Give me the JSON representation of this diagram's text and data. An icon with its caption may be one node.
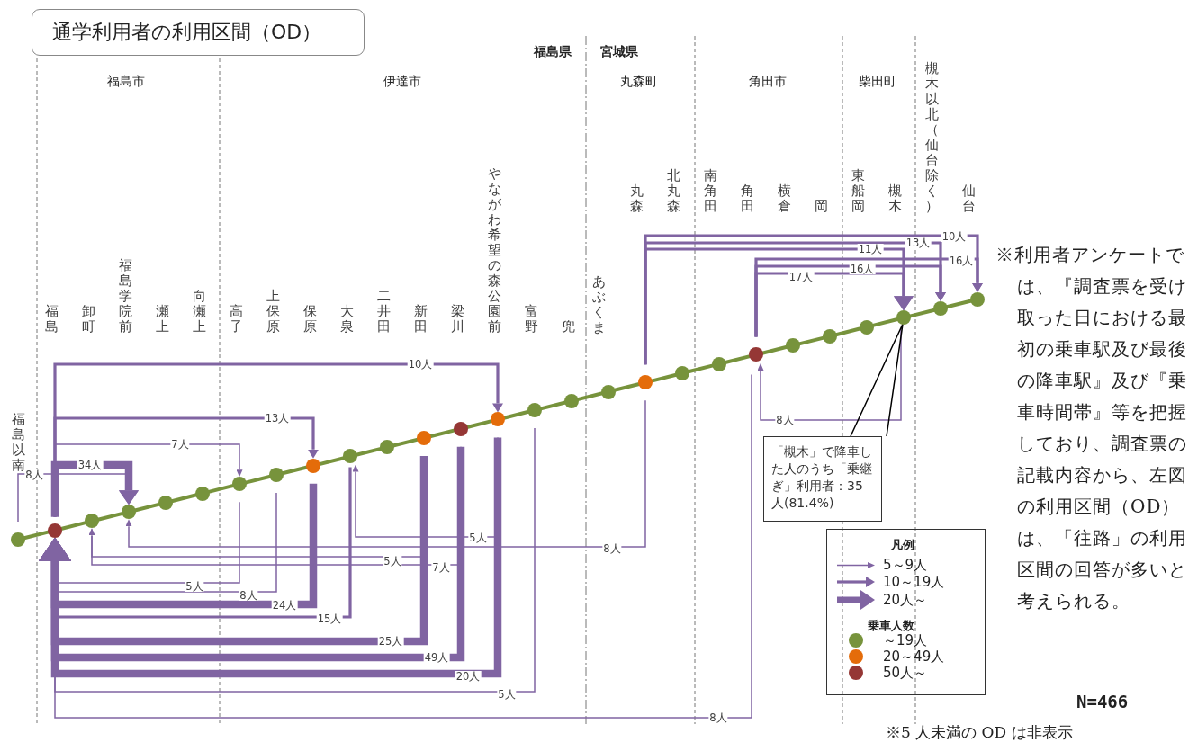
{
  "diagram": {
    "title": "通学利用者の利用区間（OD）",
    "nodes": [
      {
        "text": [],
        "shape": "circle"
      },
      {
        "text": [],
        "shape": "circle"
      },
      {
        "text": [],
        "shape": "circle"
      },
      {
        "text": [],
        "shape": "circle"
      },
      {
        "text": [],
        "shape": "circle"
      },
      {
        "text": [],
        "shape": "circle"
      },
      {
        "text": [],
        "shape": "circle"
      },
      {
        "text": [],
        "shape": "circle"
      },
      {
        "text": [],
        "shape": "circle"
      },
      {
        "text": [],
        "shape": "circle"
      },
      {
        "text": [],
        "shape": "circle"
      },
      {
        "text": [],
        "shape": "circle"
      },
      {
        "text": [],
        "shape": "circle"
      },
      {
        "text": [],
        "shape": "circle"
      },
      {
        "text": [],
        "shape": "circle"
      },
      {
        "text": [],
        "shape": "circle"
      },
      {
        "text": [],
        "shape": "circle"
      },
      {
        "text": [],
        "shape": "circle"
      },
      {
        "text": [],
        "shape": "circle"
      },
      {
        "text": [],
        "shape": "circle"
      },
      {
        "text": [],
        "shape": "circle"
      },
      {
        "text": [],
        "shape": "circle"
      },
      {
        "text": [],
        "shape": "circle"
      },
      {
        "text": [],
        "shape": "circle"
      },
      {
        "text": [],
        "shape": "circle"
      },
      {
        "text": [],
        "shape": "circle"
      },
      {
        "text": [],
        "shape": "circle"
      },
      {
        "text": [
          "「槻木」で降車した人のうち「乗継ぎ」利用者：35人(81.4%)"
        ]
      }
    ],
    "edges": [
      {
        "from": 1,
        "to": 13,
        "arrow": "to",
        "label": "10人",
        "color": "#8064a2"
      },
      {
        "from": 1,
        "to": 8,
        "arrow": "to",
        "label": "13人",
        "color": "#8064a2"
      },
      {
        "from": 1,
        "to": 6,
        "arrow": "to",
        "label": "7人",
        "color": "#8064a2"
      },
      {
        "from": 1,
        "to": 3,
        "arrow": "to",
        "label": "34人",
        "style": "thick",
        "color": "#8064a2"
      },
      {
        "from": 0,
        "to": 3,
        "arrow": "to",
        "label": "8人",
        "color": "#8064a2"
      },
      {
        "from": 6,
        "to": 1,
        "arrow": "to",
        "label": "5人",
        "color": "#8064a2"
      },
      {
        "from": 7,
        "to": 1,
        "arrow": "to",
        "label": "8人",
        "color": "#8064a2"
      },
      {
        "from": 8,
        "to": 1,
        "arrow": "to",
        "label": "24人",
        "style": "thick",
        "color": "#8064a2"
      },
      {
        "from": 9,
        "to": 1,
        "arrow": "to",
        "label": "15人",
        "color": "#8064a2"
      },
      {
        "from": 11,
        "to": 1,
        "arrow": "to",
        "label": "25人",
        "style": "thick",
        "color": "#8064a2"
      },
      {
        "from": 12,
        "to": 1,
        "arrow": "to",
        "label": "49人",
        "style": "thick",
        "color": "#8064a2"
      },
      {
        "from": 13,
        "to": 1,
        "arrow": "to",
        "label": "20人",
        "style": "thick",
        "color": "#8064a2"
      },
      {
        "from": 14,
        "to": 1,
        "arrow": "to",
        "label": "5人",
        "color": "#8064a2"
      },
      {
        "from": 20,
        "to": 1,
        "arrow": "to",
        "label": "8人",
        "color": "#8064a2"
      },
      {
        "from": 17,
        "to": 3,
        "arrow": "to",
        "label": "8人",
        "color": "#8064a2"
      },
      {
        "from": 11,
        "to": 2,
        "arrow": "to",
        "label": "5人",
        "color": "#8064a2"
      },
      {
        "from": 12,
        "to": 2,
        "arrow": "to",
        "label": "7人",
        "color": "#8064a2"
      },
      {
        "from": 13,
        "to": 9,
        "arrow": "to",
        "label": "5人",
        "color": "#8064a2"
      },
      {
        "from": 17,
        "to": 26,
        "arrow": "to",
        "label": "10人",
        "color": "#8064a2"
      },
      {
        "from": 17,
        "to": 25,
        "arrow": "to",
        "label": "13人",
        "color": "#8064a2"
      },
      {
        "from": 17,
        "to": 24,
        "arrow": "to",
        "label": "11人",
        "color": "#8064a2"
      },
      {
        "from": 20,
        "to": 26,
        "arrow": "to",
        "label": "16人",
        "color": "#8064a2"
      },
      {
        "from": 20,
        "to": 25,
        "arrow": "to",
        "label": "16人",
        "color": "#8064a2"
      },
      {
        "from": 20,
        "to": 24,
        "arrow": "to",
        "label": "17人",
        "color": "#8064a2"
      },
      {
        "from": 24,
        "to": 20,
        "arrow": "to",
        "label": "8人",
        "color": "#8064a2"
      },
      {
        "from": 27,
        "to": 24,
        "arrow": "none",
        "color": "#000000"
      },
      {
        "from": 0,
        "to": 1,
        "arrow": "none",
        "color": "#77933c"
      },
      {
        "from": 1,
        "to": 2,
        "arrow": "none",
        "color": "#77933c"
      },
      {
        "from": 2,
        "to": 3,
        "arrow": "none",
        "color": "#77933c"
      },
      {
        "from": 3,
        "to": 4,
        "arrow": "none",
        "color": "#77933c"
      },
      {
        "from": 4,
        "to": 5,
        "arrow": "none",
        "color": "#77933c"
      },
      {
        "from": 5,
        "to": 6,
        "arrow": "none",
        "color": "#77933c"
      },
      {
        "from": 6,
        "to": 7,
        "arrow": "none",
        "color": "#77933c"
      },
      {
        "from": 7,
        "to": 8,
        "arrow": "none",
        "color": "#77933c"
      },
      {
        "from": 8,
        "to": 9,
        "arrow": "none",
        "color": "#77933c"
      },
      {
        "from": 9,
        "to": 10,
        "arrow": "none",
        "color": "#77933c"
      },
      {
        "from": 10,
        "to": 11,
        "arrow": "none",
        "color": "#77933c"
      },
      {
        "from": 11,
        "to": 12,
        "arrow": "none",
        "color": "#77933c"
      },
      {
        "from": 12,
        "to": 13,
        "arrow": "none",
        "color": "#77933c"
      },
      {
        "from": 13,
        "to": 14,
        "arrow": "none",
        "color": "#77933c"
      },
      {
        "from": 14,
        "to": 15,
        "arrow": "none",
        "color": "#77933c"
      },
      {
        "from": 15,
        "to": 16,
        "arrow": "none",
        "color": "#77933c"
      },
      {
        "from": 16,
        "to": 17,
        "arrow": "none",
        "color": "#77933c"
      },
      {
        "from": 17,
        "to": 18,
        "arrow": "none",
        "color": "#77933c"
      },
      {
        "from": 18,
        "to": 19,
        "arrow": "none",
        "color": "#77933c"
      },
      {
        "from": 19,
        "to": 20,
        "arrow": "none",
        "color": "#77933c"
      },
      {
        "from": 20,
        "to": 21,
        "arrow": "none",
        "color": "#77933c"
      },
      {
        "from": 21,
        "to": 22,
        "arrow": "none",
        "color": "#77933c"
      },
      {
        "from": 22,
        "to": 23,
        "arrow": "none",
        "color": "#77933c"
      },
      {
        "from": 23,
        "to": 24,
        "arrow": "none",
        "color": "#77933c"
      },
      {
        "from": 24,
        "to": 25,
        "arrow": "none",
        "color": "#77933c"
      },
      {
        "from": 25,
        "to": 26,
        "arrow": "none",
        "color": "#77933c"
      }
    ],
    "labels": [
      "福島県",
      "宮城県",
      "福島市",
      "伊達市",
      "丸森町",
      "角田市",
      "柴田町",
      "福島以南",
      "福島",
      "卸町",
      "福島学院前",
      "瀬上",
      "向瀬上",
      "高子",
      "上保原",
      "保原",
      "大泉",
      "二井田",
      "新田",
      "梁川",
      "やながわ希望の森公園前",
      "富野",
      "兜",
      "あぶくま",
      "丸森",
      "北丸森",
      "南角田",
      "角田",
      "横倉",
      "岡",
      "東船岡",
      "槻木",
      "槻木以北（仙台除く）",
      "仙台",
      "凡例",
      "乗車人数",
      "※利用者アンケートでは、『調査票を受け取った日における最初の乗車駅及び最後の降車駅』及び『乗車時間帯』等を把握しており、調査票の記載内容から、左図の利用区間（OD）は、「往路」の利用区間の回答が多いと考えられる。",
      "N=466",
      "※5 人未満の OD は非表示"
    ],
    "legend": [
      {
        "text": "5～9人"
      },
      {
        "text": "10～19人"
      },
      {
        "text": "20人～"
      },
      {
        "text": "～19人",
        "color": "#77933c"
      },
      {
        "text": "20～49人",
        "color": "#e46c0a"
      },
      {
        "text": "50人～",
        "color": "#953735"
      }
    ]
  }
}
